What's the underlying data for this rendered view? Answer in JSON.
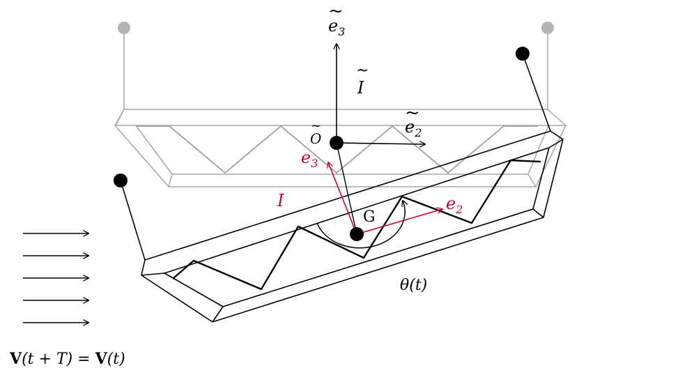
{
  "labels": {
    "e3_tilde": "e",
    "e3_tilde_sub": "3",
    "e2_tilde": "e",
    "e2_tilde_sub": "2",
    "frame_tilde": "I",
    "origin_tilde": "O",
    "e3": "e",
    "e3_sub": "3",
    "e2": "e",
    "e2_sub": "2",
    "frame": "I",
    "center": "G",
    "angle": "θ(t)",
    "velocity_v1": "V",
    "velocity_mid": "(t + T) = ",
    "velocity_v2": "V",
    "velocity_end": "(t)"
  },
  "colors": {
    "ink": "#000000",
    "ghost": "#a6a6a6",
    "ghost_dot": "#b3b3b3",
    "accent": "#cc0033",
    "background": "#ffffff"
  }
}
